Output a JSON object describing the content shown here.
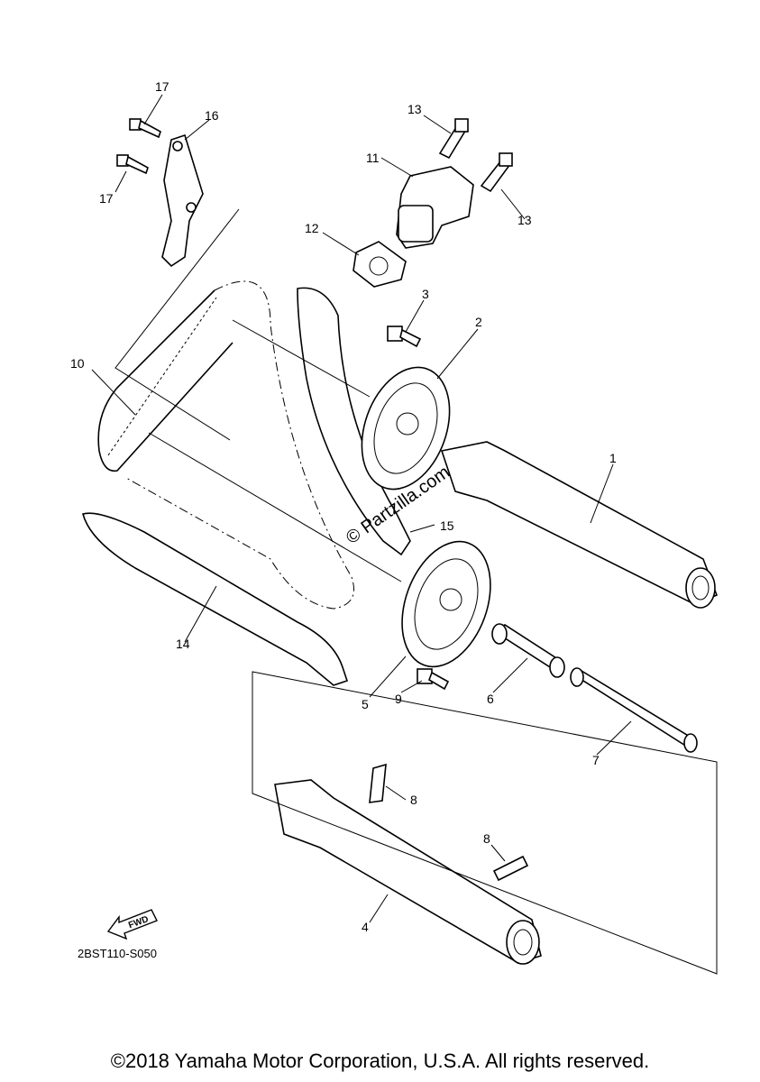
{
  "callouts": [
    "1",
    "2",
    "3",
    "4",
    "5",
    "6",
    "7",
    "8",
    "8",
    "9",
    "10",
    "11",
    "12",
    "13",
    "13",
    "14",
    "15",
    "16",
    "17",
    "17"
  ],
  "watermark": "© Partzilla.com",
  "fwd_label": "FWD",
  "diagram_code": "2BST110-S050",
  "copyright": "©2018 Yamaha Motor Corporation, U.S.A. All rights reserved."
}
